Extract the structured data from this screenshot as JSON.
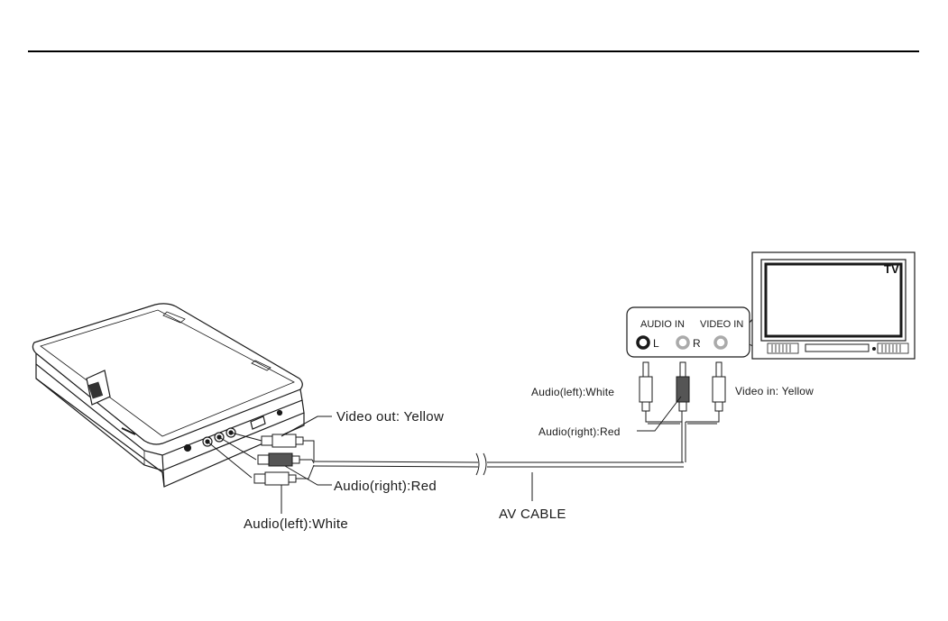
{
  "diagram": {
    "tv_label": "TV",
    "panel": {
      "audio_in": "AUDIO IN",
      "video_in": "VIDEO IN",
      "left": "L",
      "right": "R"
    },
    "player_side": {
      "video_out": "Video out: Yellow",
      "audio_right": "Audio(right):Red",
      "audio_left": "Audio(left):White"
    },
    "tv_side": {
      "audio_left": "Audio(left):White",
      "audio_right": "Audio(right):Red",
      "video_in": "Video in: Yellow"
    },
    "cable_label": "AV CABLE",
    "colors": {
      "ink": "#1a1a1a",
      "red_plug": "#555555",
      "white_plug": "#ffffff",
      "yellow_plug": "#d9d9d9"
    }
  }
}
